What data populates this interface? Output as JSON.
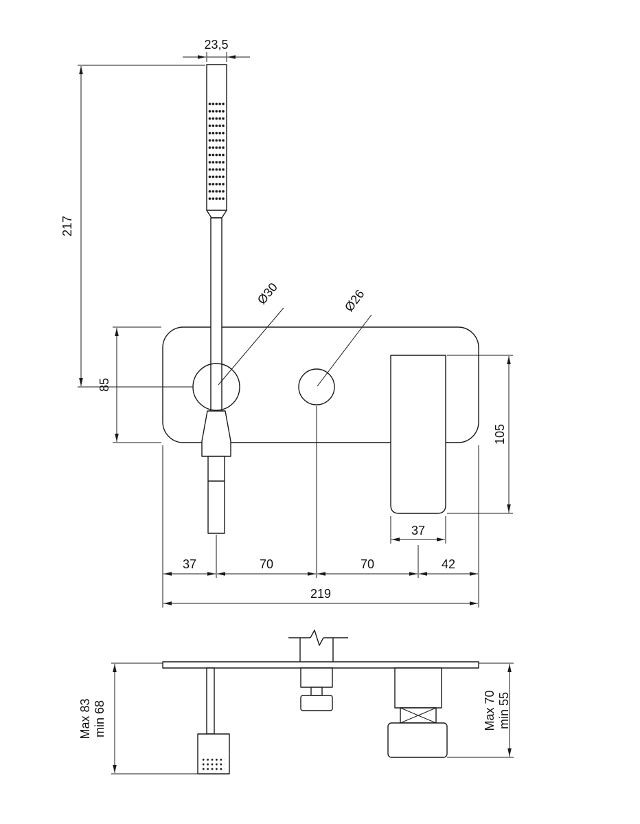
{
  "dimensions": {
    "hand_shower_width": "23,5",
    "hand_shower_height": "217",
    "plate_height": "85",
    "holder_diameter": "Ø30",
    "diverter_diameter": "Ø26",
    "spout_height": "105",
    "spout_width": "37",
    "chain": [
      "37",
      "70",
      "70",
      "42"
    ],
    "total_width": "219",
    "left_depth": {
      "max": "Max 83",
      "min": "min 68"
    },
    "right_depth": {
      "max": "Max 70",
      "min": "min 55"
    }
  },
  "colors": {
    "line": "#1a1a1a",
    "background": "#ffffff"
  }
}
